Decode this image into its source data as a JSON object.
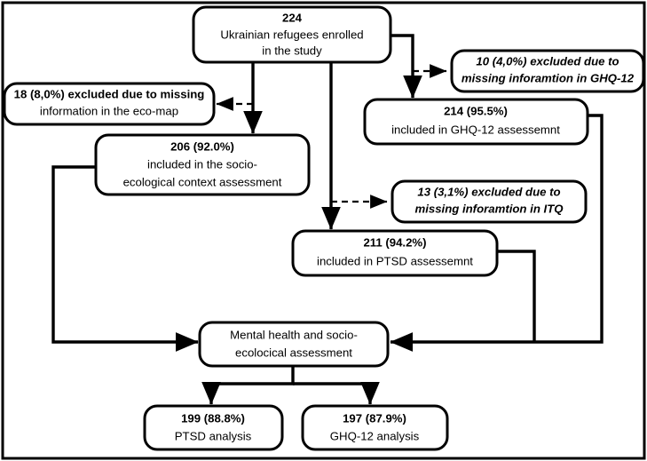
{
  "diagram": {
    "type": "flowchart",
    "title": "Study participant flow diagram",
    "colors": {
      "stroke": "#000000",
      "background": "#ffffff",
      "text": "#000000"
    },
    "nodes": [
      {
        "id": "enrolled",
        "count": "224",
        "lines": [
          "224",
          "Ukrainian refugees enrolled",
          "in the study"
        ],
        "style": "bold-first"
      },
      {
        "id": "excluded-ghq",
        "lines": [
          "10 (4,0%) excluded due to",
          "missing inforamtion in GHQ-12"
        ],
        "style": "italic"
      },
      {
        "id": "included-ghq",
        "lines": [
          "214 (95.5%)",
          "included in GHQ-12 assessemnt"
        ],
        "style": "bold-first"
      },
      {
        "id": "excluded-ecomap",
        "lines": [
          "18 (8,0%) excluded due to missing",
          "information in the eco-map"
        ],
        "style": "bold-first"
      },
      {
        "id": "included-socio",
        "lines": [
          "206 (92.0%)",
          "included in the socio-",
          "ecological context assessment"
        ],
        "style": "bold-first"
      },
      {
        "id": "excluded-itq",
        "lines": [
          "13 (3,1%) excluded due to",
          "missing inforamtion in ITQ"
        ],
        "style": "italic"
      },
      {
        "id": "included-ptsd",
        "lines": [
          "211 (94.2%)",
          "included in PTSD assessemnt"
        ],
        "style": "bold-first"
      },
      {
        "id": "mental-health",
        "lines": [
          "Mental health and socio-",
          "ecolocical assessment"
        ],
        "style": "plain"
      },
      {
        "id": "ptsd-analysis",
        "lines": [
          "199 (88.8%)",
          "PTSD analysis"
        ],
        "style": "bold-first"
      },
      {
        "id": "ghq-analysis",
        "lines": [
          "197 (87.9%)",
          "GHQ-12 analysis"
        ],
        "style": "bold-first"
      }
    ],
    "text": {
      "enrolled_l1": "224",
      "enrolled_l2": "Ukrainian refugees enrolled",
      "enrolled_l3": "in the study",
      "excluded_ghq_l1": "10 (4,0%) excluded due to",
      "excluded_ghq_l2": "missing inforamtion in GHQ-12",
      "included_ghq_l1": "214 (95.5%)",
      "included_ghq_l2": "included in GHQ-12 assessemnt",
      "excluded_ecomap_l1": "18 (8,0%) excluded due to missing",
      "excluded_ecomap_l2": "information in the eco-map",
      "included_socio_l1": "206 (92.0%)",
      "included_socio_l2": "included in the socio-",
      "included_socio_l3": "ecological context assessment",
      "excluded_itq_l1": "13 (3,1%) excluded due to",
      "excluded_itq_l2": "missing inforamtion in ITQ",
      "included_ptsd_l1": "211 (94.2%)",
      "included_ptsd_l2": "included in PTSD assessemnt",
      "mental_health_l1": "Mental health and socio-",
      "mental_health_l2": "ecolocical assessment",
      "ptsd_analysis_l1": "199 (88.8%)",
      "ptsd_analysis_l2": "PTSD analysis",
      "ghq_analysis_l1": "197 (87.9%)",
      "ghq_analysis_l2": "GHQ-12 analysis"
    }
  }
}
